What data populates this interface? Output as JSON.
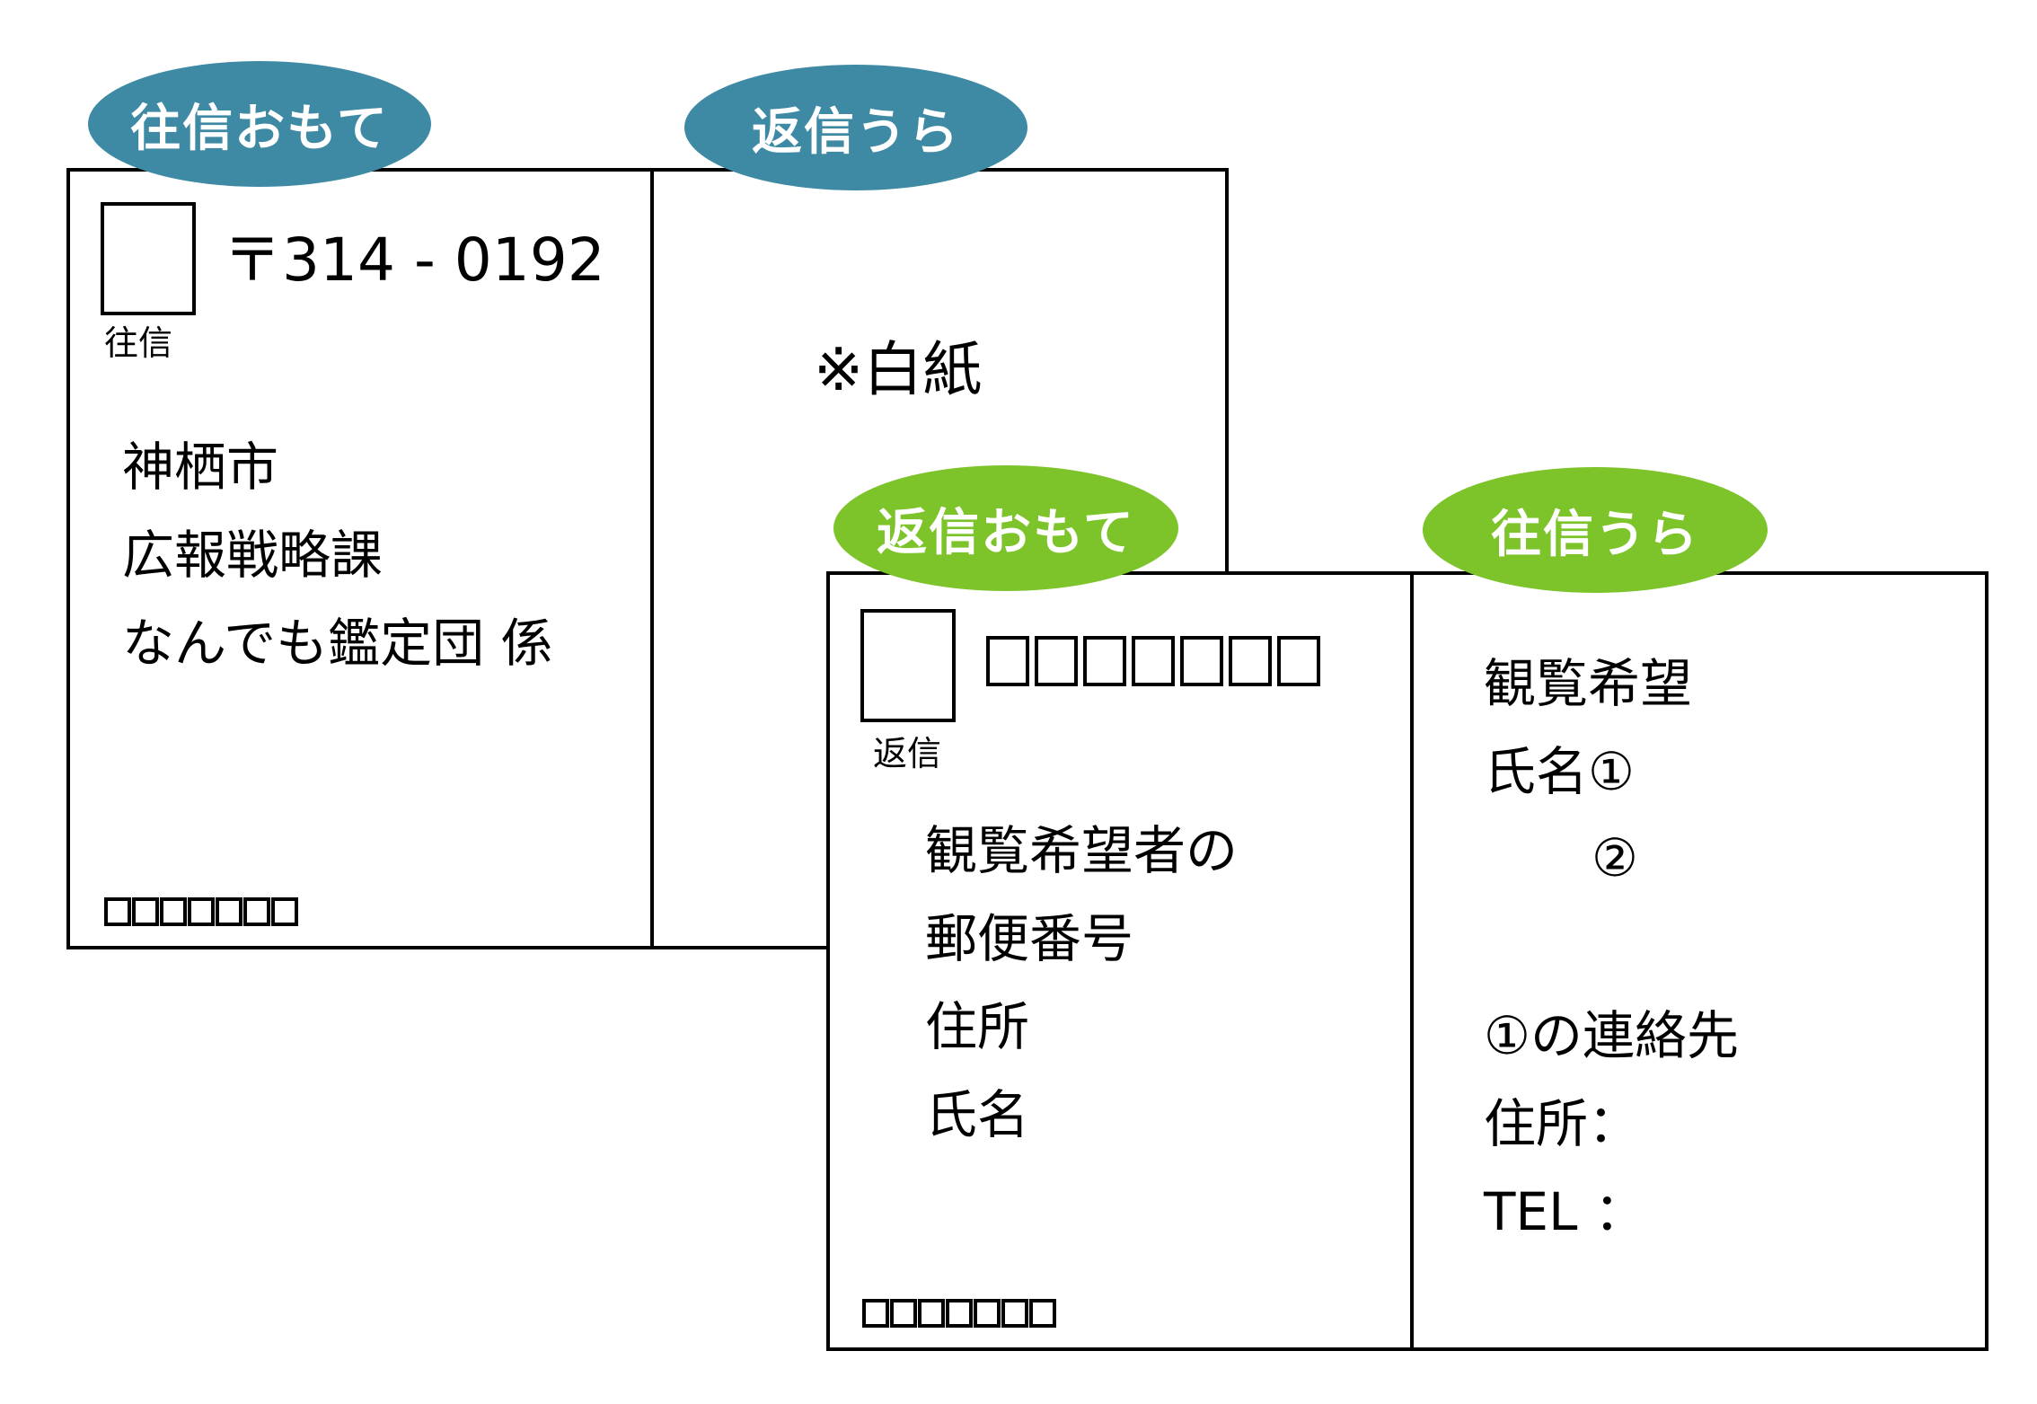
{
  "outgoing_card": {
    "front_label": "往信おもて",
    "back_label": "返信うら",
    "stamp_caption": "往信",
    "postal_code": "〒314 - 0192",
    "address_lines": [
      "神栖市",
      "広報戦略課",
      "なんでも鑑定団 係"
    ],
    "back_note": "※白紙",
    "sender_box_count": 7
  },
  "reply_card": {
    "front_label": "返信おもて",
    "back_label": "往信うら",
    "stamp_caption": "返信",
    "postal_box_count": 7,
    "address_lines": [
      "観覧希望者の",
      "郵便番号",
      "住所",
      "氏名"
    ],
    "sender_box_count": 7,
    "back_lines": [
      "観覧希望",
      "氏名①",
      "②",
      "①の連絡先",
      "住所：",
      "TEL ："
    ]
  }
}
